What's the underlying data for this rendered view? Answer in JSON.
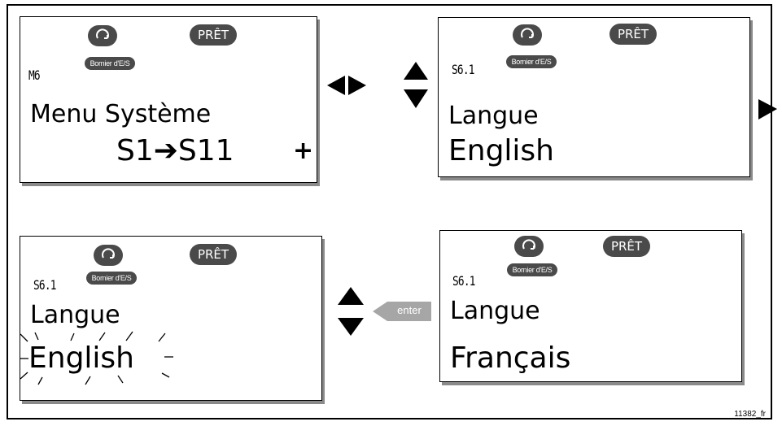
{
  "figure": {
    "id": "11382_fr"
  },
  "status": {
    "ready": "PRÊT",
    "io_terminal": "Bornier d'E/S"
  },
  "screens": [
    {
      "code": "M6",
      "line1": "Menu Système",
      "line2": "S1➔S11",
      "extra": "+"
    },
    {
      "code": "S6.1",
      "line1": "Langue",
      "line2": "English"
    },
    {
      "code": "S6.1",
      "line1": "Langue",
      "line2": "English",
      "blinking": true
    },
    {
      "code": "S6.1",
      "line1": "Langue",
      "line2": "Français"
    }
  ],
  "buttons": {
    "enter": "enter"
  },
  "colors": {
    "pill": "#4a4a4a",
    "shadow": "#8a8a8a",
    "enter_key": "#a6a6a6"
  },
  "icons": [
    "arrow-left-icon",
    "arrow-right-icon",
    "arrow-up-icon",
    "arrow-down-icon",
    "rotation-icon",
    "blink-rays-icon"
  ]
}
